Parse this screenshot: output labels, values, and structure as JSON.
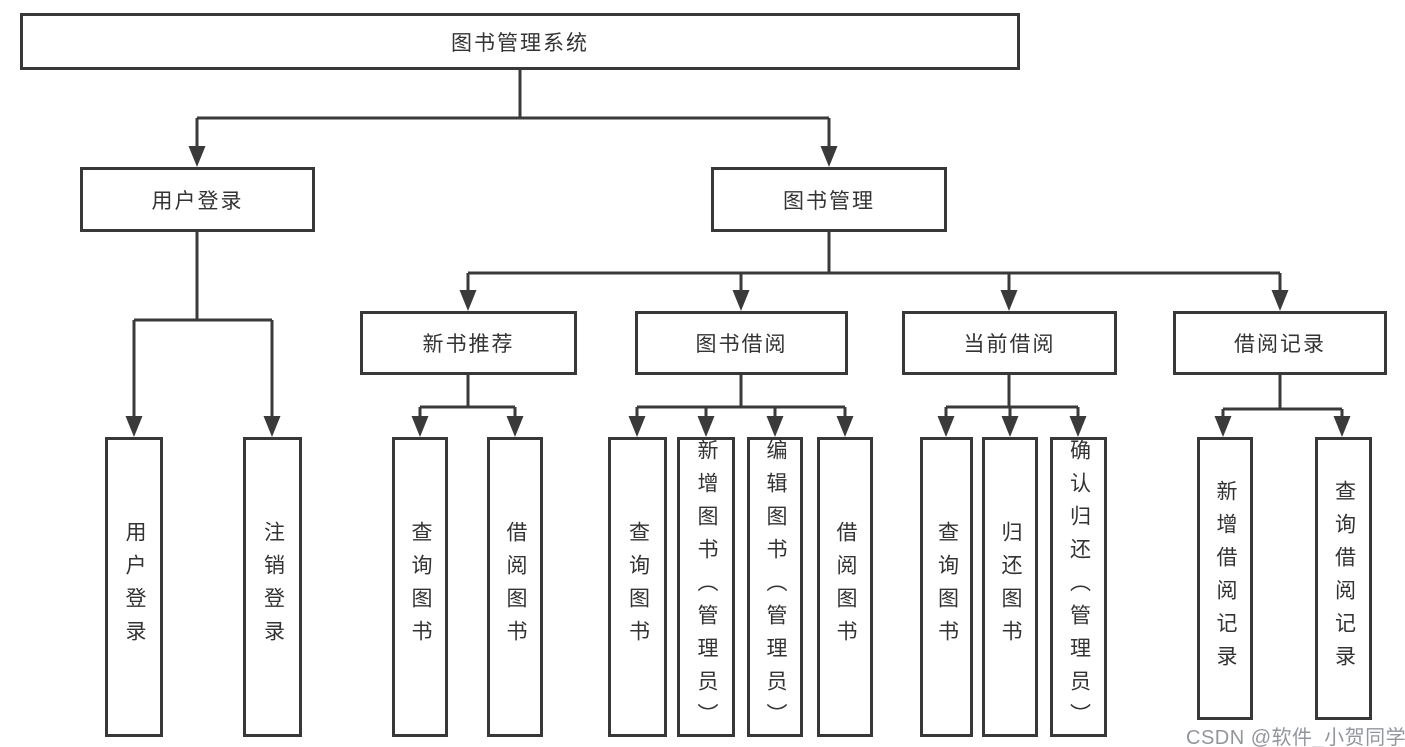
{
  "diagram": {
    "root": {
      "label": "图书管理系统"
    },
    "level2": {
      "user_login": {
        "label": "用户登录"
      },
      "book_mgmt": {
        "label": "图书管理"
      }
    },
    "level3": {
      "new_books": {
        "label": "新书推荐"
      },
      "book_borrow": {
        "label": "图书借阅"
      },
      "current_borrow": {
        "label": "当前借阅"
      },
      "borrow_records": {
        "label": "借阅记录"
      }
    },
    "leaves": {
      "user_login_leaf": "用户登录",
      "logout": "注销登录",
      "nb_query": "查询图书",
      "nb_borrow": "借阅图书",
      "bb_query": "查询图书",
      "bb_add": "新增图书（管理员）",
      "bb_edit": "编辑图书（管理员）",
      "bb_borrow": "借阅图书",
      "cb_query": "查询图书",
      "cb_return": "归还图书",
      "cb_confirm": "确认归还（管理员）",
      "br_add": "新增借阅记录",
      "br_query": "查询借阅记录"
    }
  },
  "watermark": "CSDN @软件_小贺同学",
  "colors": {
    "line": "#3a3a3a",
    "text": "#333333",
    "watermark": "#80838c",
    "background": "#ffffff"
  }
}
